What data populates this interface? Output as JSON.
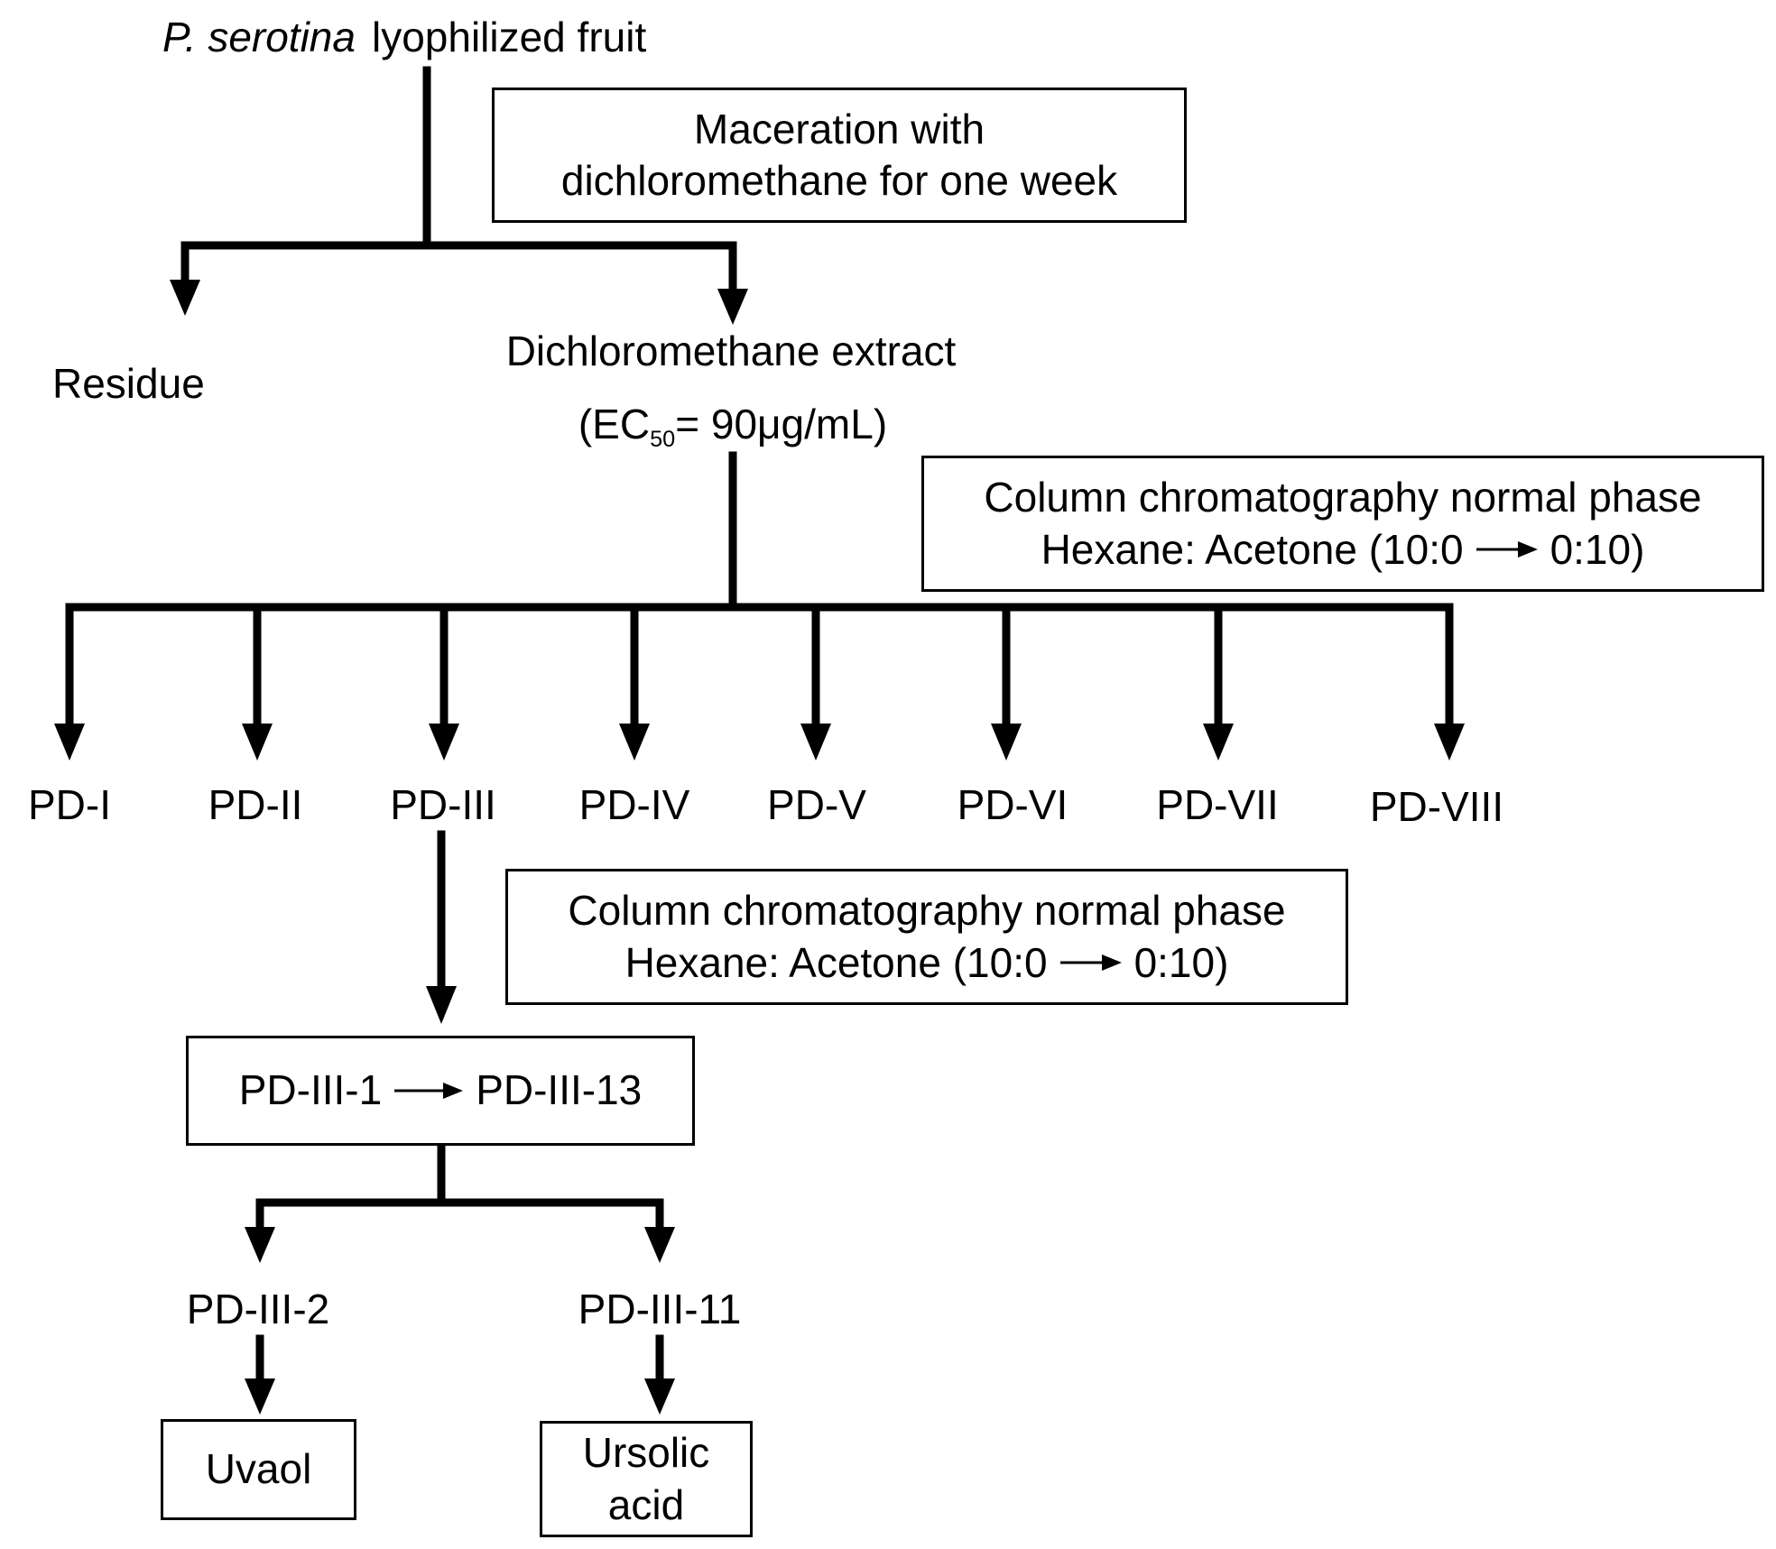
{
  "start": {
    "species": "P. serotina",
    "rest": "lyophilized  fruit"
  },
  "maceration": {
    "line1": "Maceration with",
    "line2": "dichloromethane  for one week"
  },
  "residue": "Residue",
  "extract": {
    "name": "Dichloromethane  extract",
    "ec_open": "(EC",
    "ec_sub": "50",
    "ec_value": "=  90μg/mL)"
  },
  "column1": {
    "line1": "Column  chromatography  normal  phase",
    "line2_start": "Hexane: Acetone (10:0",
    "line2_end": "0:10)"
  },
  "fractions": [
    "PD-I",
    "PD-II",
    "PD-III",
    "PD-IV",
    "PD-V",
    "PD-VI",
    "PD-VII",
    "PD-VIII"
  ],
  "column2": {
    "line1": "Column  chromatography  normal  phase",
    "line2_start": "Hexane: Acetone (10:0",
    "line2_end": "0:10)"
  },
  "subfractions": {
    "from": "PD-III-1",
    "to": "PD-III-13"
  },
  "selected": [
    "PD-III-2",
    "PD-III-11"
  ],
  "compounds": {
    "uvaol": "Uvaol",
    "ursolic_line1": "Ursolic",
    "ursolic_line2": "acid"
  }
}
